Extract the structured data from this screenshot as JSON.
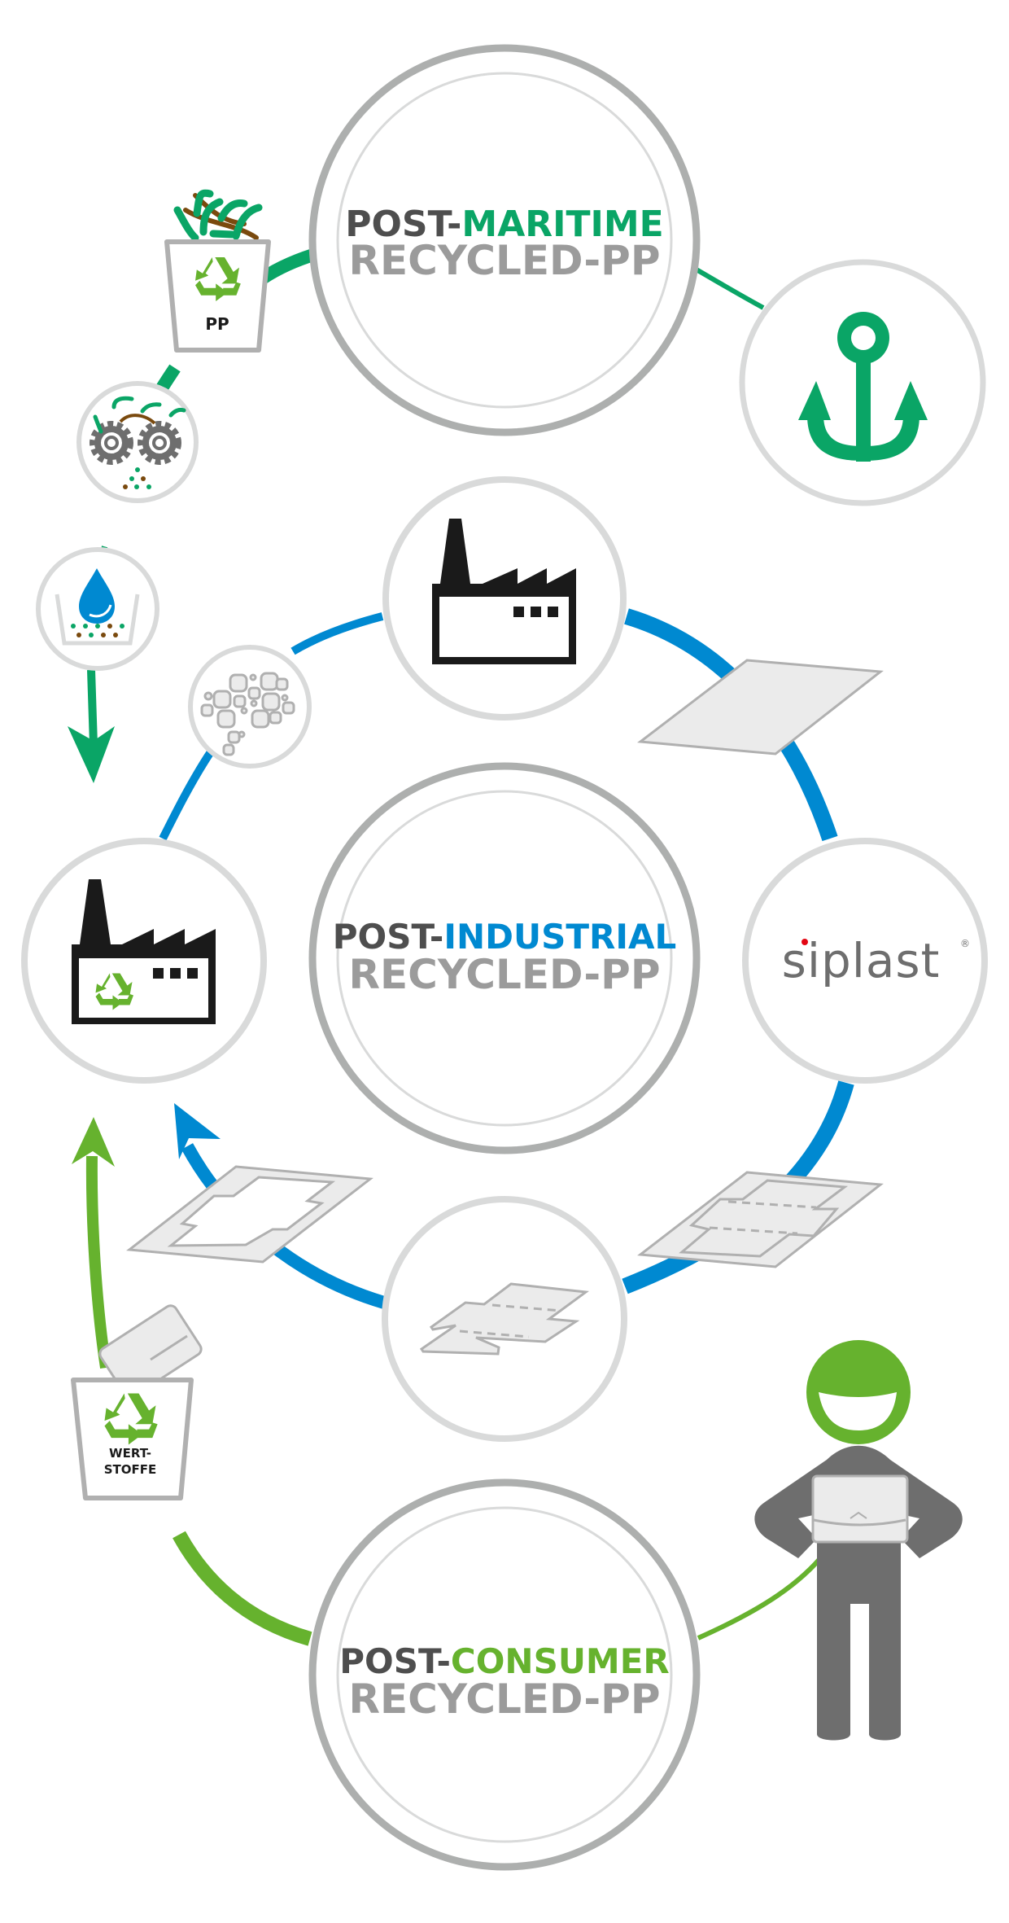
{
  "colors": {
    "maritime": "#0aa566",
    "industrial": "#0089d1",
    "consumer": "#66b22e",
    "dark_text": "#4e4e4e",
    "grey_text": "#9b9b9b",
    "ring_dark": "#adafae",
    "ring_light": "#d9dada",
    "icon_black": "#1a1a1a",
    "brown": "#7a4a0e",
    "sheet_fill": "#ebebeb",
    "sheet_stroke": "#b0b0b0",
    "person_grey": "#6e6e6e",
    "siplast_red": "#e30613"
  },
  "hubs": {
    "maritime": {
      "prefix": "POST-",
      "highlight": "MARITIME",
      "line2": "RECYCLED-PP"
    },
    "industrial": {
      "prefix": "POST-",
      "highlight": "INDUSTRIAL",
      "line2": "RECYCLED-PP"
    },
    "consumer": {
      "prefix": "POST-",
      "highlight": "CONSUMER",
      "line2": "RECYCLED-PP"
    }
  },
  "bins": {
    "pp_bin": {
      "label": "PP"
    },
    "wertstoffe_bin": {
      "label_line1": "WERT-",
      "label_line2": "STOFFE"
    }
  },
  "brand": {
    "name": "siplast",
    "registered": "®"
  },
  "icons": {
    "anchor": "anchor-icon",
    "shredder": "shredder-gears-icon",
    "washing": "water-wash-icon",
    "granules": "granules-icon",
    "factory": "factory-icon",
    "recycling_factory": "recycling-factory-icon",
    "folder": "folder-icon",
    "sheet": "plastic-sheet-icon",
    "die_cut": "die-cut-sheet-icon",
    "person": "consumer-person-icon",
    "recycle": "recycle-icon"
  }
}
